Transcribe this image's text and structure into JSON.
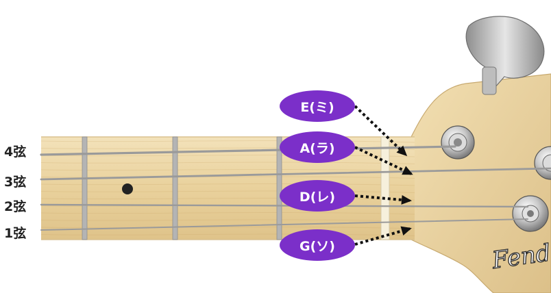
{
  "strings": [
    {
      "id": "4",
      "label": "4弦"
    },
    {
      "id": "3",
      "label": "3弦"
    },
    {
      "id": "2",
      "label": "2弦"
    },
    {
      "id": "1",
      "label": "1弦"
    }
  ],
  "notes": [
    {
      "label": "E(ミ)"
    },
    {
      "label": "A(ラ)"
    },
    {
      "label": "D(レ)"
    },
    {
      "label": "G(ソ)"
    }
  ],
  "logo": {
    "text": "Fender"
  },
  "colors": {
    "bubble": "#7b2fc9",
    "wood": "#ecd7a6",
    "fret": "#b4b4b4",
    "string": "#9a9a9a",
    "arrow": "#111111"
  }
}
